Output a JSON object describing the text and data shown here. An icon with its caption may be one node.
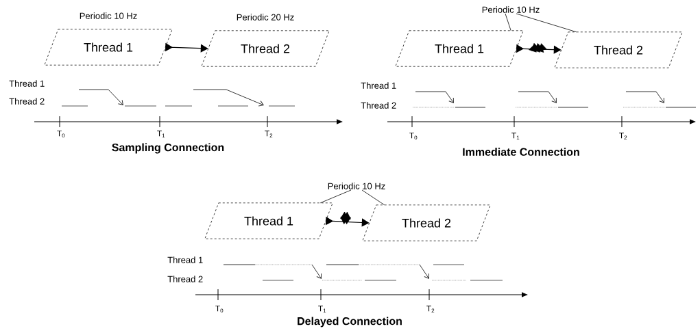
{
  "diagram": {
    "nodes": [
      {
        "text": [
          "Thread 1"
        ],
        "beside": [
          "Periodic 10 Hz"
        ]
      },
      {
        "text": [
          "Thread 2"
        ],
        "beside": [
          "Periodic 20 Hz"
        ]
      },
      {
        "text": [
          "Periodic 10 Hz"
        ]
      },
      {
        "text": [
          "Thread 1"
        ]
      },
      {
        "text": [
          "Thread 2"
        ]
      },
      {
        "text": [
          "Periodic 10 Hz"
        ]
      },
      {
        "text": [
          "Thread 1"
        ]
      },
      {
        "text": [
          "Thread 2"
        ]
      }
    ],
    "edges": [
      {
        "from": 0,
        "to": 1,
        "arrow": "to"
      },
      {
        "from": 2,
        "to": 3,
        "arrow": "none"
      },
      {
        "from": 2,
        "to": 4,
        "arrow": "none"
      },
      {
        "from": 3,
        "to": 4,
        "arrow": "to"
      },
      {
        "from": 5,
        "to": 6,
        "arrow": "none"
      },
      {
        "from": 5,
        "to": 7,
        "arrow": "none"
      },
      {
        "from": 6,
        "to": 7,
        "arrow": "to"
      }
    ],
    "labels": [
      "Thread 1",
      "Thread 2",
      "T$_{0}$",
      "T$_{1}$",
      "T$_{2}$",
      "Sampling Connection",
      "Thread 1",
      "Thread 2",
      "T$_{0}$",
      "T$_{1}$",
      "T$_{2}$",
      "Immediate Connection",
      "Thread 1",
      "Thread 2",
      "T$_{0}$",
      "T$_{1}$",
      "T$_{2}$",
      "Delayed Connection"
    ]
  }
}
